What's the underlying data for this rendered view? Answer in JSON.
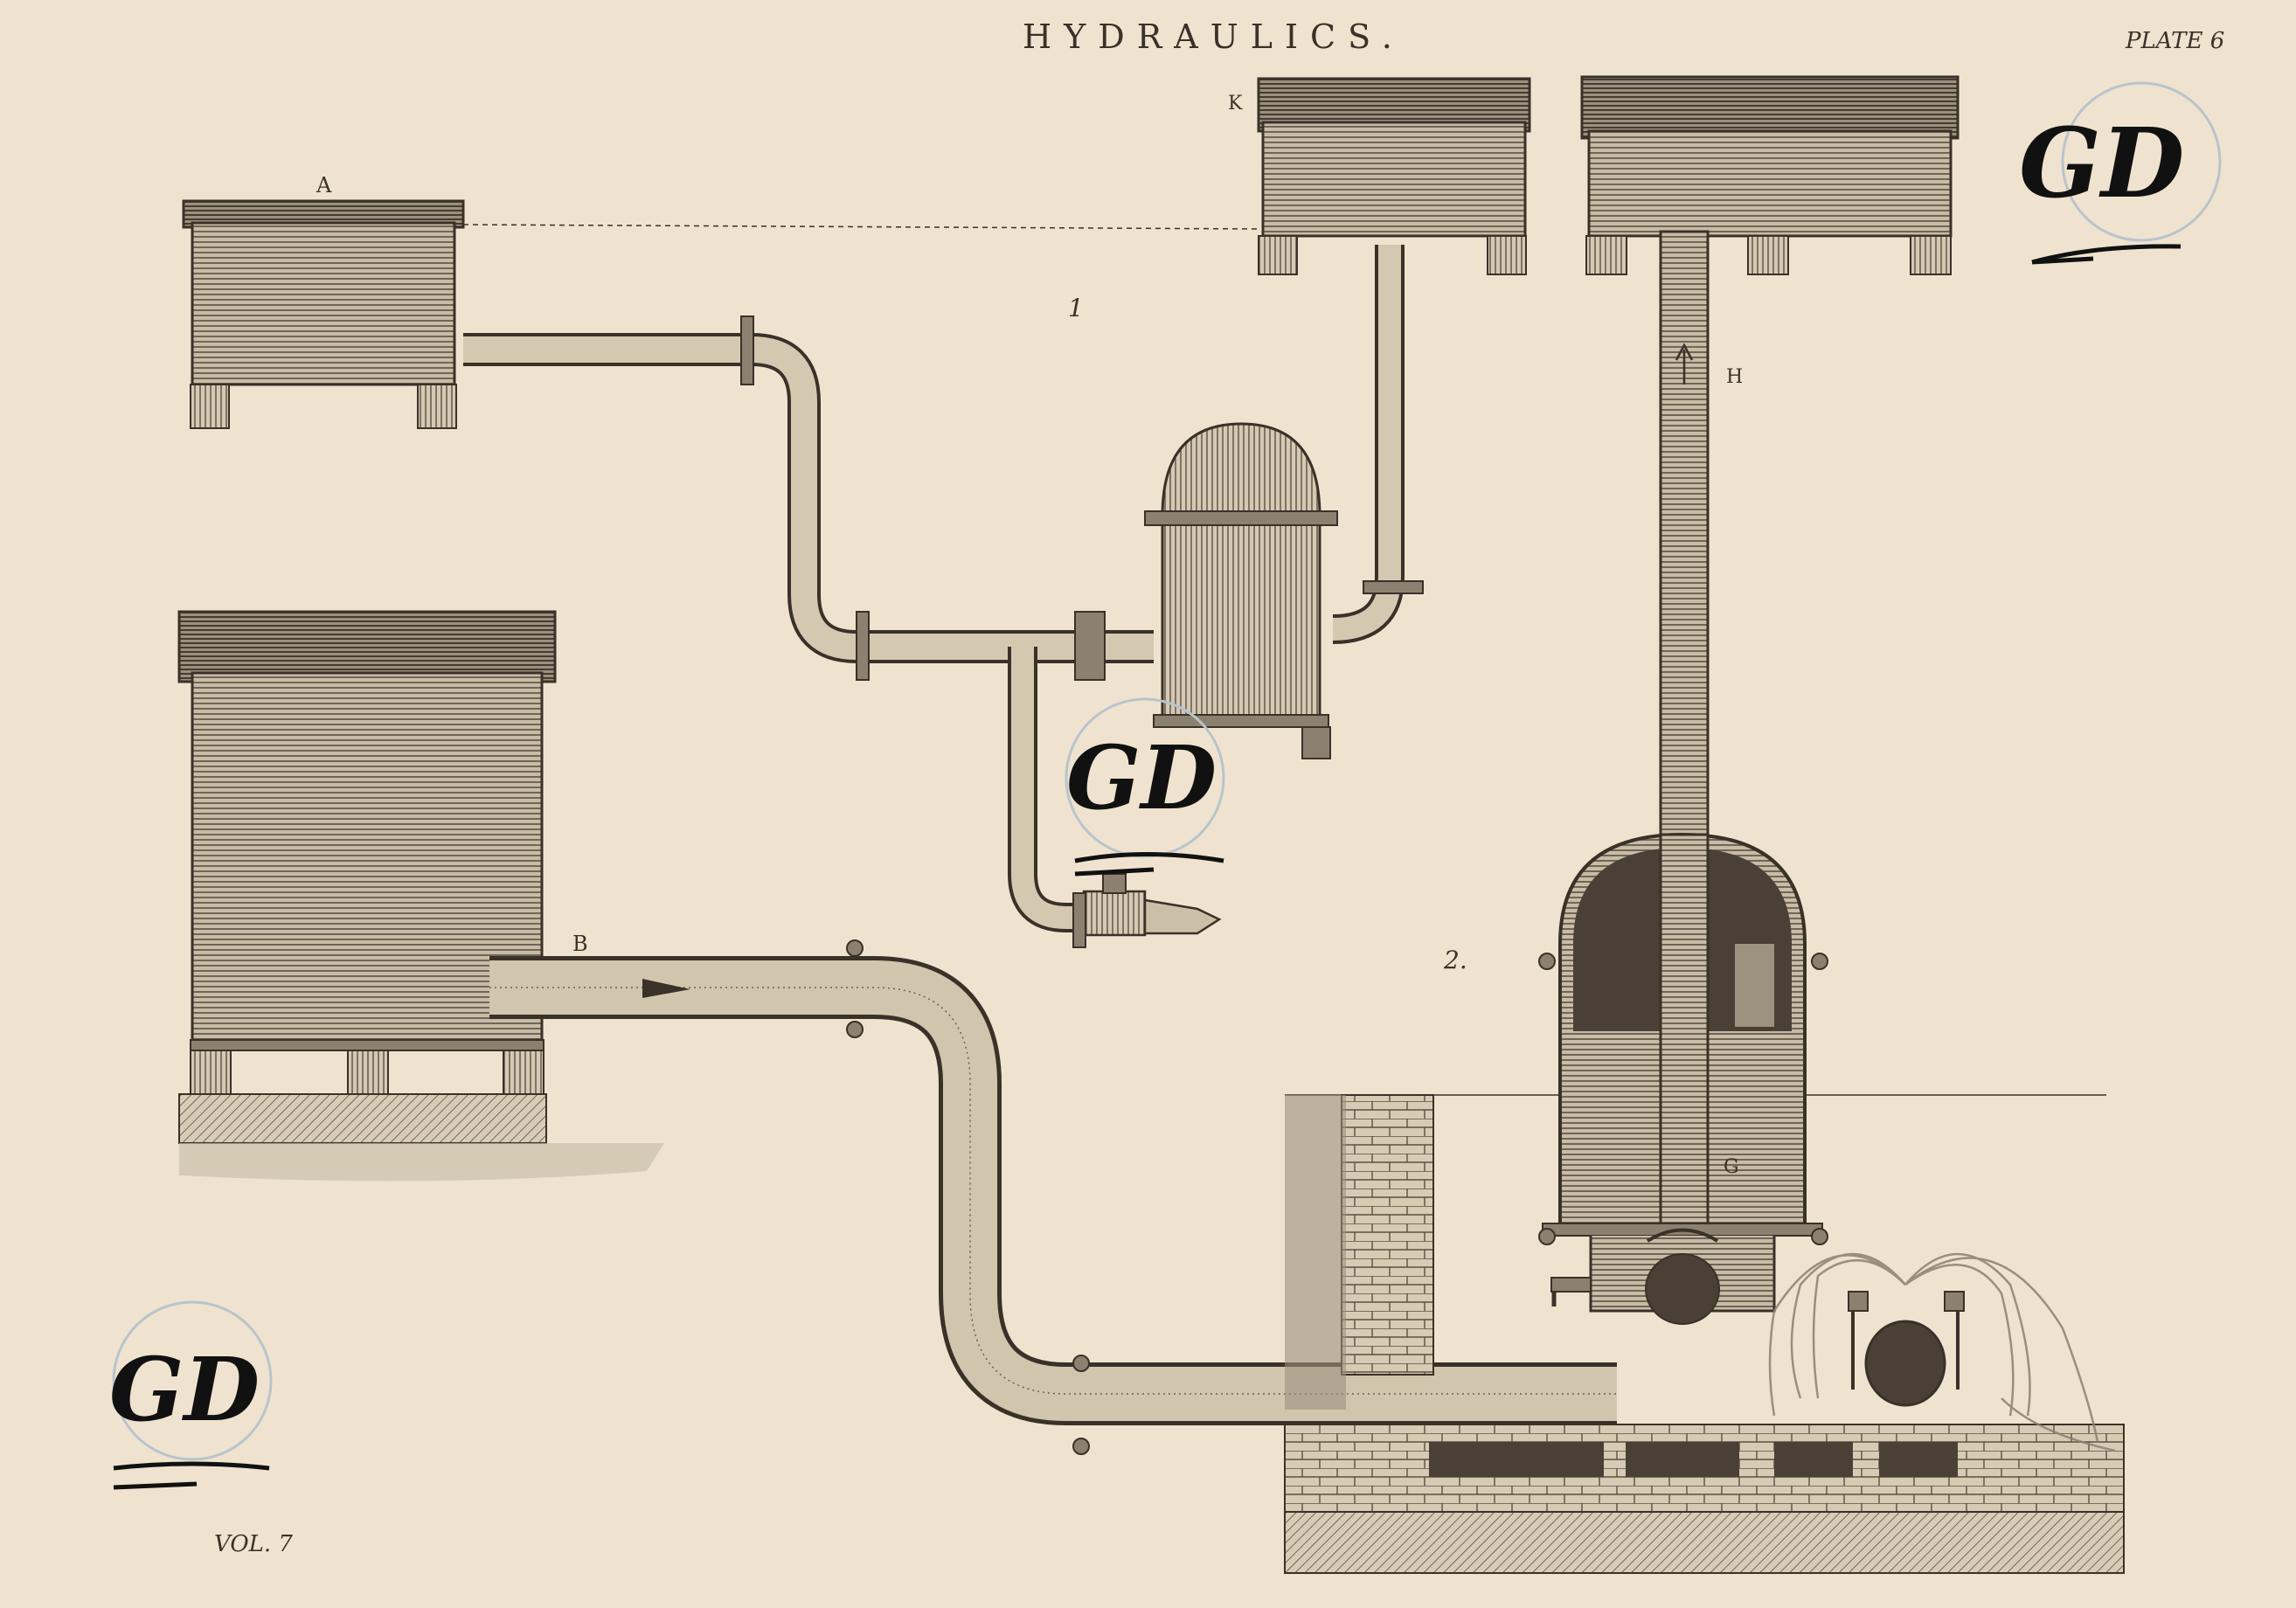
{
  "plate": {
    "title": "HYDRAULICS.",
    "plate_number": "PLATE 6",
    "volume": "VOL. 7"
  },
  "labels": {
    "A": "A",
    "K": "K",
    "B": "B",
    "H": "H",
    "G": "G",
    "fig1": "1",
    "fig2": "2."
  },
  "watermark": {
    "text": "GD"
  },
  "colors": {
    "paper": "#efe3d0",
    "ink": "#3a3128",
    "shade": "#8c8070",
    "water": "#b8ac98"
  }
}
